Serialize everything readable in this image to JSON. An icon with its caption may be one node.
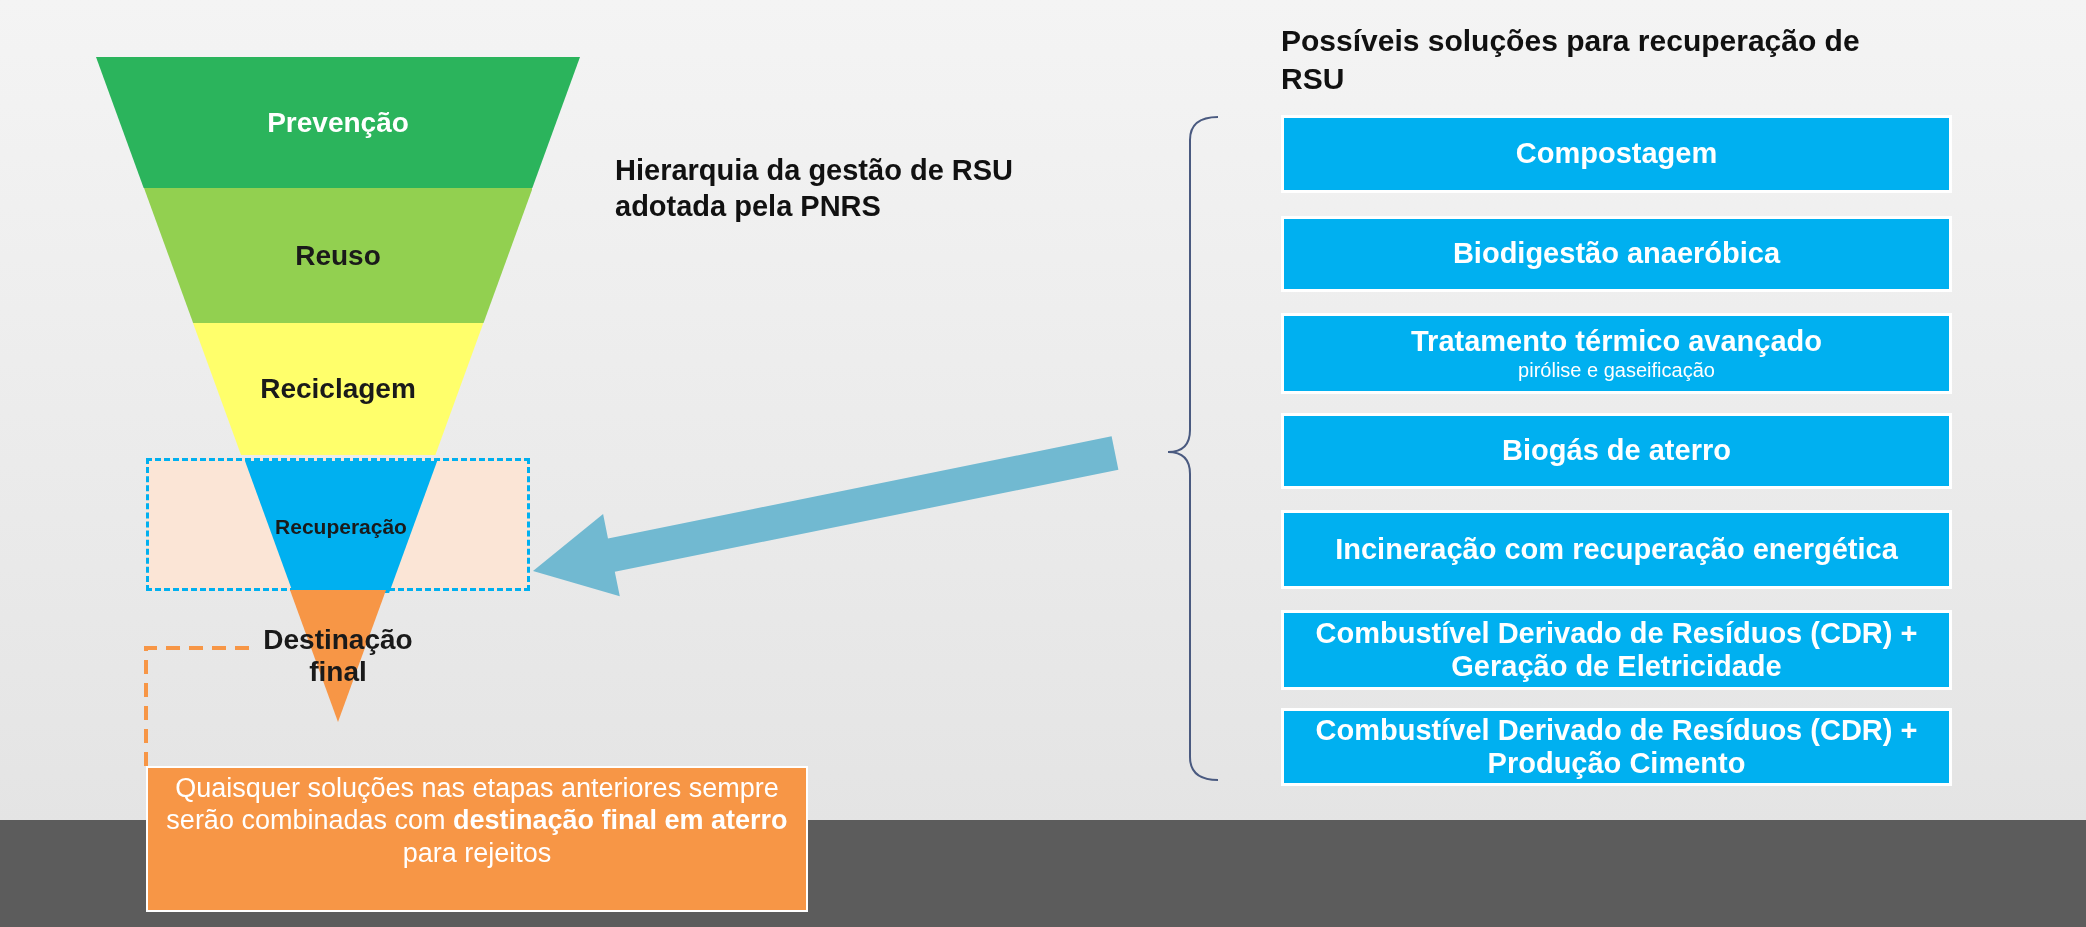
{
  "diagram": {
    "nodes": [
      {
        "text": [
          "Prevenção"
        ]
      },
      {
        "text": [
          "Reuso"
        ]
      },
      {
        "text": [
          "Reciclagem"
        ]
      },
      {
        "text": [],
        "shape": "box"
      },
      {
        "text": [
          "Recuperação"
        ],
        "in": 3
      },
      {
        "text": [
          "Destinação final"
        ]
      },
      {
        "text": [
          "Quaisquer soluções nas etapas anteriores sempre serão combinadas com **destinação final em aterro** para rejeitos"
        ]
      },
      {
        "text": [
          "Compostagem"
        ]
      },
      {
        "text": [
          "Biodigestão anaeróbica"
        ]
      },
      {
        "text": [
          "Tratamento térmico avançado",
          "pirólise e gaseificação"
        ]
      },
      {
        "text": [
          "Biogás de aterro"
        ]
      },
      {
        "text": [
          "Incineração com recuperação energética"
        ]
      },
      {
        "text": [
          "Combustível Derivado de Resíduos (CDR) + Geração de Eletricidade"
        ]
      },
      {
        "text": [
          "Combustível Derivado de Resíduos (CDR) + Produção Cimento"
        ]
      }
    ],
    "edges": [
      {
        "from": null,
        "to": 3,
        "arrow": "to",
        "style": "thick",
        "color": "#71b9d1"
      },
      {
        "from": 6,
        "to": 5,
        "arrow": "none",
        "style": "dashed",
        "color": "#f79646"
      }
    ],
    "labels": [
      "Possíveis soluções para recuperação de RSU",
      "Hierarquia da gestão de RSU adotada pela PNRS"
    ]
  }
}
